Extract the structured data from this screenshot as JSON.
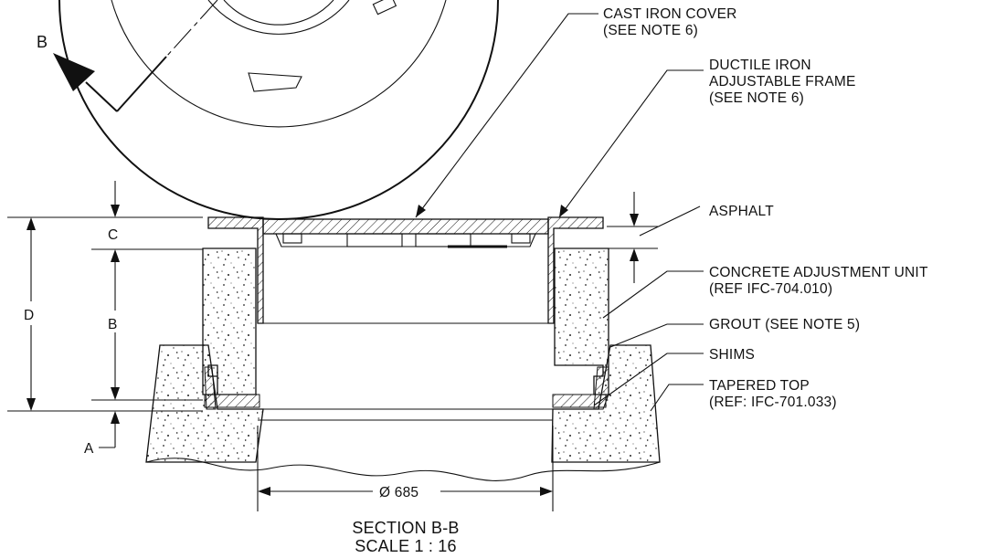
{
  "labels": {
    "cast_iron_cover": [
      "CAST IRON COVER",
      "(SEE NOTE 6)"
    ],
    "ductile_iron_frame": [
      "DUCTILE IRON",
      "ADJUSTABLE FRAME",
      "(SEE NOTE 6)"
    ],
    "asphalt": "ASPHALT",
    "concrete_adjustment_unit": [
      "CONCRETE ADJUSTMENT UNIT",
      "(REF IFC-704.010)"
    ],
    "grout": "GROUT (SEE NOTE 5)",
    "shims": "SHIMS",
    "tapered_top": [
      "TAPERED TOP",
      "(REF:  IFC-701.033)"
    ]
  },
  "dimensions": {
    "a": "A",
    "b": "B",
    "c": "C",
    "d": "D",
    "diameter": "Ø 685"
  },
  "section": {
    "marker": "B",
    "title": "SECTION B-B",
    "scale": "SCALE 1 : 16"
  }
}
